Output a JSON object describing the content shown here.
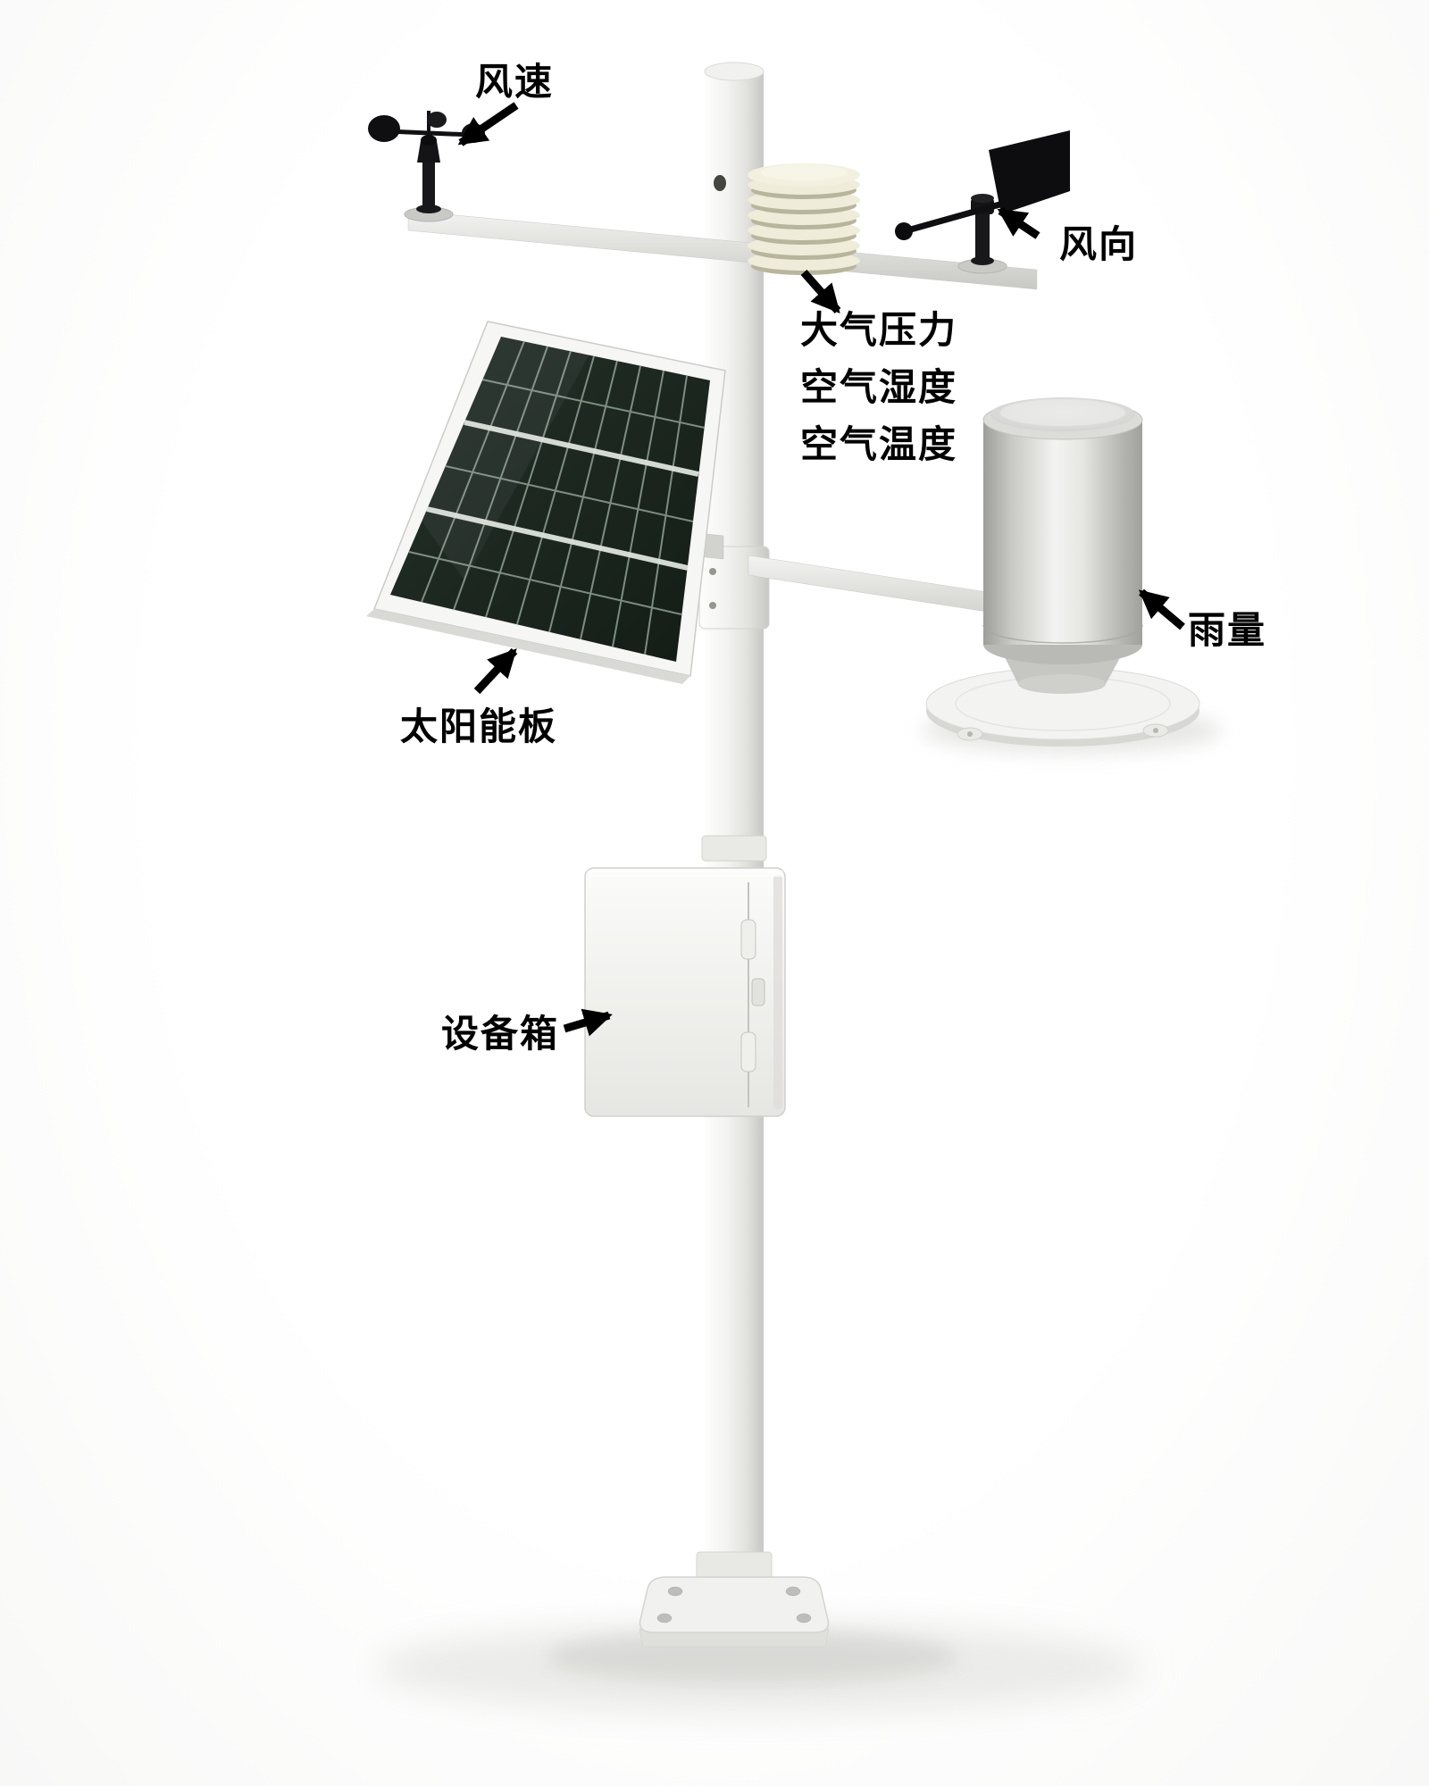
{
  "colors": {
    "background": "#ffffff",
    "label_text": "#000000",
    "arrow": "#000000",
    "pole": "#ececea",
    "solar_cell": "#1b2420",
    "radiation_shield": "#efecd9",
    "rain_gauge_metal": "#d9d9d6",
    "sensor_black": "#131315"
  },
  "labels": {
    "wind_speed": "风速",
    "wind_direction": "风向",
    "atmospheric_pressure": "大气压力",
    "air_humidity": "空气湿度",
    "air_temperature": "空气温度",
    "rainfall": "雨量",
    "solar_panel": "太阳能板",
    "equipment_box": "设备箱"
  },
  "components": [
    {
      "id": "anemometer",
      "label": "风速"
    },
    {
      "id": "wind-vane",
      "label": "风向"
    },
    {
      "id": "radiation-shield",
      "label": "大气压力 / 空气湿度 / 空气温度"
    },
    {
      "id": "rain-gauge",
      "label": "雨量"
    },
    {
      "id": "solar-panel",
      "label": "太阳能板"
    },
    {
      "id": "equipment-box",
      "label": "设备箱"
    }
  ]
}
